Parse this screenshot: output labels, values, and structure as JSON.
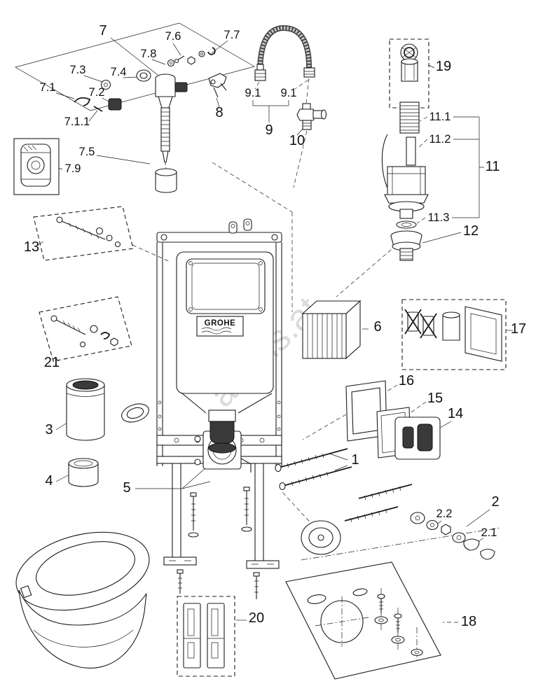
{
  "diagram": {
    "brand": "GROHE",
    "watermark": "asans.at",
    "labels": {
      "p1": "1",
      "p2": "2",
      "p2_1": "2.1",
      "p2_2": "2.2",
      "p3": "3",
      "p4": "4",
      "p5": "5",
      "p6": "6",
      "p7": "7",
      "p7_1": "7.1",
      "p7_1_1": "7.1.1",
      "p7_2": "7.2",
      "p7_3": "7.3",
      "p7_4": "7.4",
      "p7_5": "7.5",
      "p7_6": "7.6",
      "p7_7": "7.7",
      "p7_8": "7.8",
      "p7_9": "7.9",
      "p8": "8",
      "p9": "9",
      "p9_1": "9.1",
      "p10": "10",
      "p11": "11",
      "p11_1": "11.1",
      "p11_2": "11.2",
      "p11_3": "11.3",
      "p12": "12",
      "p13": "13",
      "p14": "14",
      "p15": "15",
      "p16": "16",
      "p17": "17",
      "p18": "18",
      "p19": "19",
      "p20": "20",
      "p21": "21"
    }
  }
}
